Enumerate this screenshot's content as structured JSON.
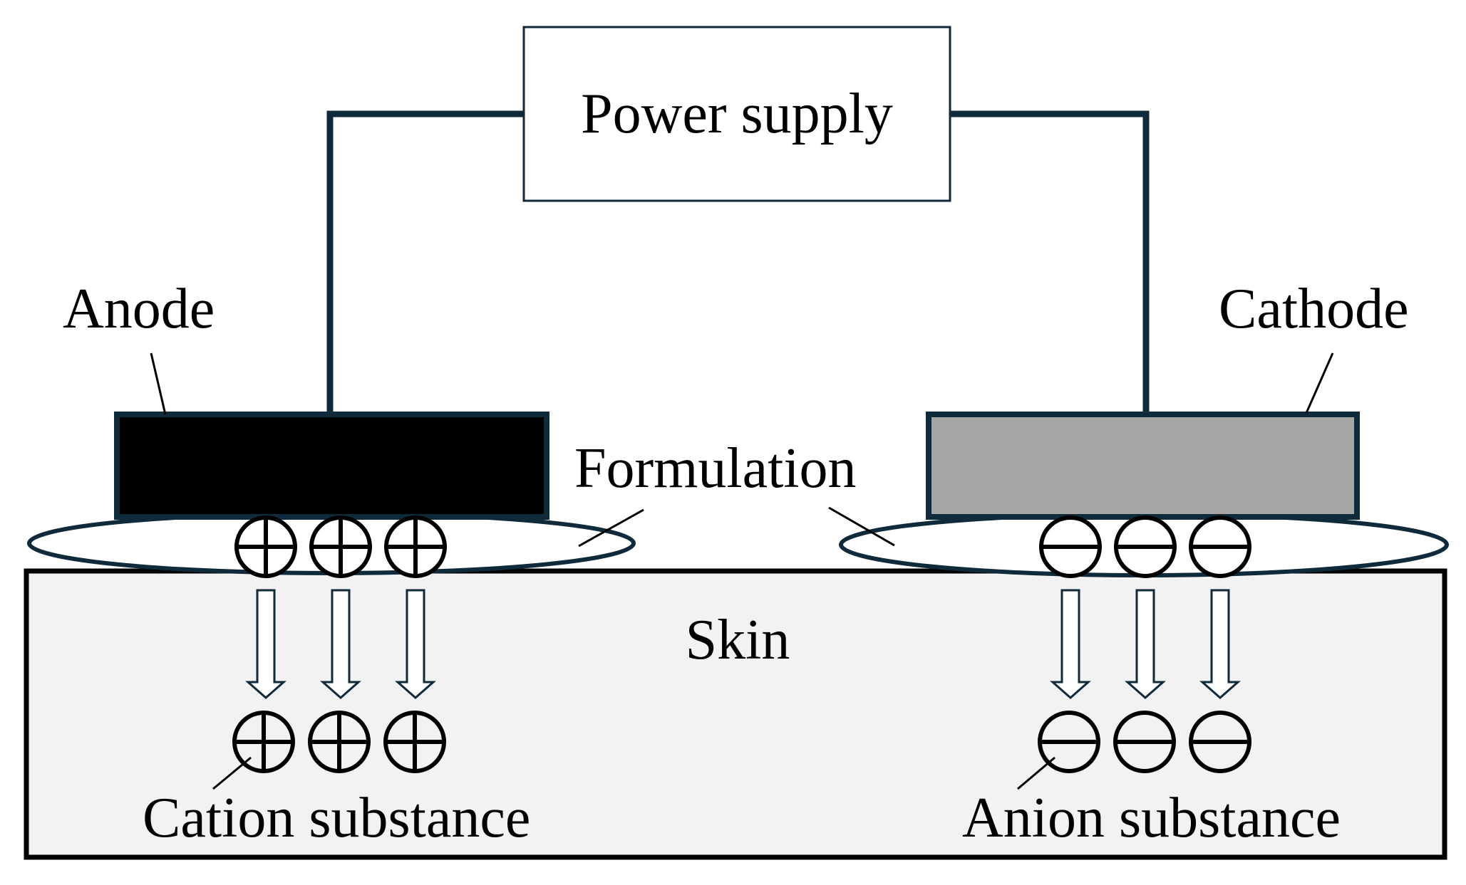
{
  "labels": {
    "power_supply": "Power supply",
    "anode": "Anode",
    "cathode": "Cathode",
    "formulation": "Formulation",
    "skin": "Skin",
    "cation_substance": "Cation substance",
    "anion_substance": "Anion substance"
  },
  "colors": {
    "wire": "#0f2a3a",
    "anode_fill": "#000000",
    "cathode_fill": "#a6a6a6",
    "skin_fill": "#f2f2f2",
    "outline": "#000000"
  },
  "ions": {
    "cation_symbol": "plus",
    "anion_symbol": "minus",
    "count_per_side": 3
  }
}
